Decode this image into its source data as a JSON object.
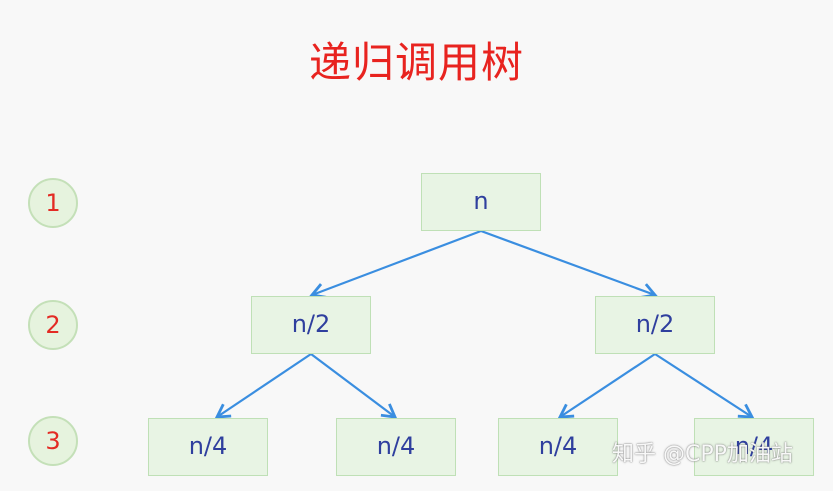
{
  "title": "递归调用树",
  "levels": [
    {
      "label": "1"
    },
    {
      "label": "2"
    },
    {
      "label": "3"
    }
  ],
  "nodes": [
    {
      "label": "n"
    },
    {
      "label": "n/2"
    },
    {
      "label": "n/2"
    },
    {
      "label": "n/4"
    },
    {
      "label": "n/4"
    },
    {
      "label": "n/4"
    },
    {
      "label": "n/4"
    }
  ],
  "colors": {
    "title": "#e8231f",
    "node_fill": "#e8f4e4",
    "node_border": "#bfe0b6",
    "node_text": "#2f3f9e",
    "edge": "#3a8ee0",
    "level_fill": "#e6f3de",
    "level_text": "#e32b24"
  },
  "watermark": "知乎 @CPP加油站"
}
